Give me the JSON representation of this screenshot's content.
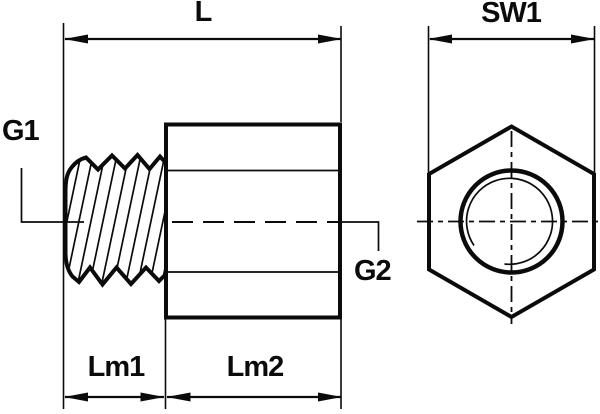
{
  "drawing": {
    "description": "technical drawing of hex spacer with external thread stud and internal thread",
    "colors": {
      "line": "#0b0b0b",
      "background": "#ffffff"
    },
    "labels": {
      "total_length": "L",
      "external_thread": "G1",
      "internal_thread": "G2",
      "thread_length_left": "Lm1",
      "thread_length_right": "Lm2",
      "wrench_size": "SW1"
    }
  }
}
